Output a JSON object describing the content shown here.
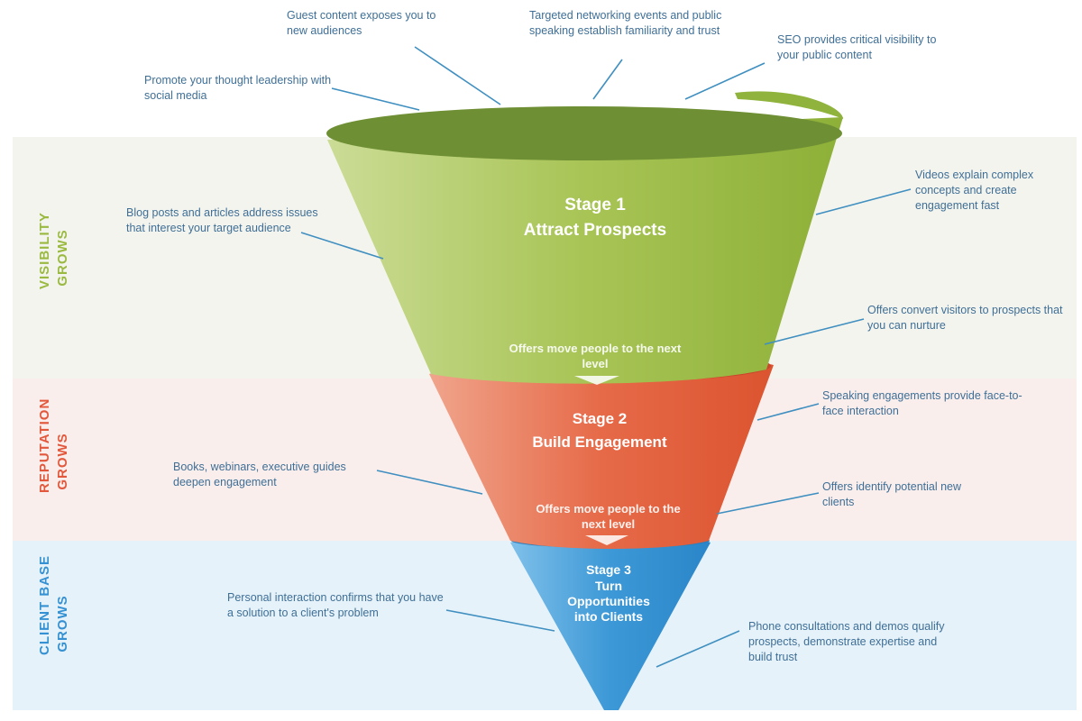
{
  "colors": {
    "visibility": "#9ab941",
    "reputation": "#e2583c",
    "client_base": "#3591d2",
    "note_text": "#3f6f96",
    "leader": "#3f8fc0"
  },
  "bands": {
    "visibility": {
      "line1": "VISIBILITY",
      "line2": "GROWS"
    },
    "reputation": {
      "line1": "REPUTATION",
      "line2": "GROWS"
    },
    "client_base": {
      "line1": "CLIENT BASE",
      "line2": "GROWS"
    }
  },
  "stages": {
    "stage1": {
      "label": "Stage 1",
      "title": "Attract Prospects",
      "offer": "Offers move people to the next level"
    },
    "stage2": {
      "label": "Stage 2",
      "title": "Build Engagement",
      "offer": "Offers move people to the next level"
    },
    "stage3": {
      "label": "Stage 3",
      "title": "Turn Opportunities into Clients"
    }
  },
  "notes": {
    "guest_content": "Guest content exposes you to new audiences",
    "networking": "Targeted networking events and public speaking establish familiarity and trust",
    "seo": "SEO provides critical visibility to your public content",
    "social_media": "Promote your thought leadership with social media",
    "videos": "Videos explain complex concepts and create engagement fast",
    "blog_posts": "Blog posts  and articles address issues that interest your target audience",
    "offers_convert": "Offers convert visitors to prospects that you can nurture",
    "speaking": "Speaking engagements provide face-to-face interaction",
    "books": "Books, webinars, executive guides deepen engagement",
    "offers_identify": "Offers identify potential new clients",
    "personal_interaction": "Personal interaction confirms that you have a solution to a client's problem",
    "phone_consultations": "Phone consultations and demos qualify prospects, demonstrate expertise and build trust"
  }
}
